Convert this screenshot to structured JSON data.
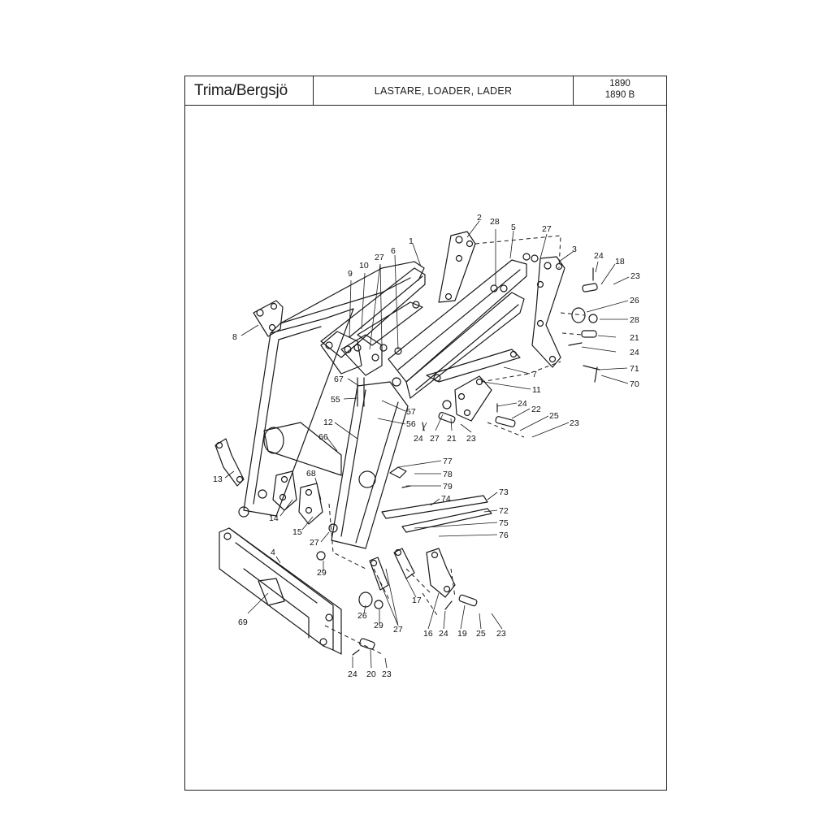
{
  "header": {
    "brand": "Trima/Bergsjö",
    "title": "LASTARE, LOADER,  LADER",
    "models": [
      "1890",
      "1890 B"
    ]
  },
  "diagram": {
    "part_labels": [
      {
        "id": "p2",
        "text": "2"
      },
      {
        "id": "p1",
        "text": "1"
      },
      {
        "id": "p28a",
        "text": "28"
      },
      {
        "id": "p5",
        "text": "5"
      },
      {
        "id": "p27a",
        "text": "27"
      },
      {
        "id": "p3",
        "text": "3"
      },
      {
        "id": "p24a",
        "text": "24"
      },
      {
        "id": "p18",
        "text": "18"
      },
      {
        "id": "p23a",
        "text": "23"
      },
      {
        "id": "p26a",
        "text": "26"
      },
      {
        "id": "p28b",
        "text": "28"
      },
      {
        "id": "p21a",
        "text": "21"
      },
      {
        "id": "p24b",
        "text": "24"
      },
      {
        "id": "p71",
        "text": "71"
      },
      {
        "id": "p70",
        "text": "70"
      },
      {
        "id": "p6",
        "text": "6"
      },
      {
        "id": "p27b",
        "text": "27"
      },
      {
        "id": "p10",
        "text": "10"
      },
      {
        "id": "p9",
        "text": "9"
      },
      {
        "id": "p8",
        "text": "8"
      },
      {
        "id": "p7",
        "text": "7"
      },
      {
        "id": "p11",
        "text": "11"
      },
      {
        "id": "p67",
        "text": "67"
      },
      {
        "id": "p55",
        "text": "55"
      },
      {
        "id": "p57",
        "text": "57"
      },
      {
        "id": "p56",
        "text": "56"
      },
      {
        "id": "p24c",
        "text": "24"
      },
      {
        "id": "p22",
        "text": "22"
      },
      {
        "id": "p25a",
        "text": "25"
      },
      {
        "id": "p23b",
        "text": "23"
      },
      {
        "id": "p24d",
        "text": "24"
      },
      {
        "id": "p27c",
        "text": "27"
      },
      {
        "id": "p21b",
        "text": "21"
      },
      {
        "id": "p23c",
        "text": "23"
      },
      {
        "id": "p12",
        "text": "12"
      },
      {
        "id": "p66",
        "text": "66"
      },
      {
        "id": "p13",
        "text": "13"
      },
      {
        "id": "p68",
        "text": "68"
      },
      {
        "id": "p77",
        "text": "77"
      },
      {
        "id": "p78",
        "text": "78"
      },
      {
        "id": "p79",
        "text": "79"
      },
      {
        "id": "p74",
        "text": "74"
      },
      {
        "id": "p73",
        "text": "73"
      },
      {
        "id": "p72",
        "text": "72"
      },
      {
        "id": "p75",
        "text": "75"
      },
      {
        "id": "p76",
        "text": "76"
      },
      {
        "id": "p14",
        "text": "14"
      },
      {
        "id": "p15",
        "text": "15"
      },
      {
        "id": "p27d",
        "text": "27"
      },
      {
        "id": "p4",
        "text": "4"
      },
      {
        "id": "p29a",
        "text": "29"
      },
      {
        "id": "p69",
        "text": "69"
      },
      {
        "id": "p26b",
        "text": "26"
      },
      {
        "id": "p29b",
        "text": "29"
      },
      {
        "id": "p27e",
        "text": "27"
      },
      {
        "id": "p17",
        "text": "17"
      },
      {
        "id": "p16",
        "text": "16"
      },
      {
        "id": "p24e",
        "text": "24"
      },
      {
        "id": "p19",
        "text": "19"
      },
      {
        "id": "p25b",
        "text": "25"
      },
      {
        "id": "p23d",
        "text": "23"
      },
      {
        "id": "p24f",
        "text": "24"
      },
      {
        "id": "p20",
        "text": "20"
      },
      {
        "id": "p23e",
        "text": "23"
      }
    ]
  }
}
